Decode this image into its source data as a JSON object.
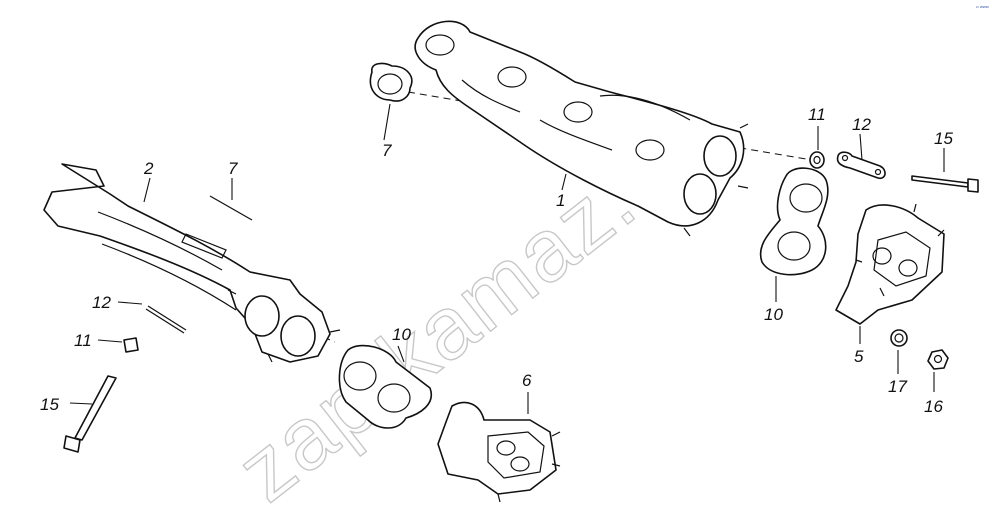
{
  "watermark": "zap-kamaz.ru",
  "corner_mark": "•• www",
  "labels": {
    "l1": "1",
    "l2": "2",
    "l5": "5",
    "l6": "6",
    "l7a": "7",
    "l7b": "7",
    "l10a": "10",
    "l10b": "10",
    "l11a": "11",
    "l11b": "11",
    "l12a": "12",
    "l12b": "12",
    "l15a": "15",
    "l15b": "15",
    "l16": "16",
    "l17": "17"
  },
  "colors": {
    "line": "#111111",
    "watermark": "#c8c8c8",
    "background": "#ffffff"
  }
}
